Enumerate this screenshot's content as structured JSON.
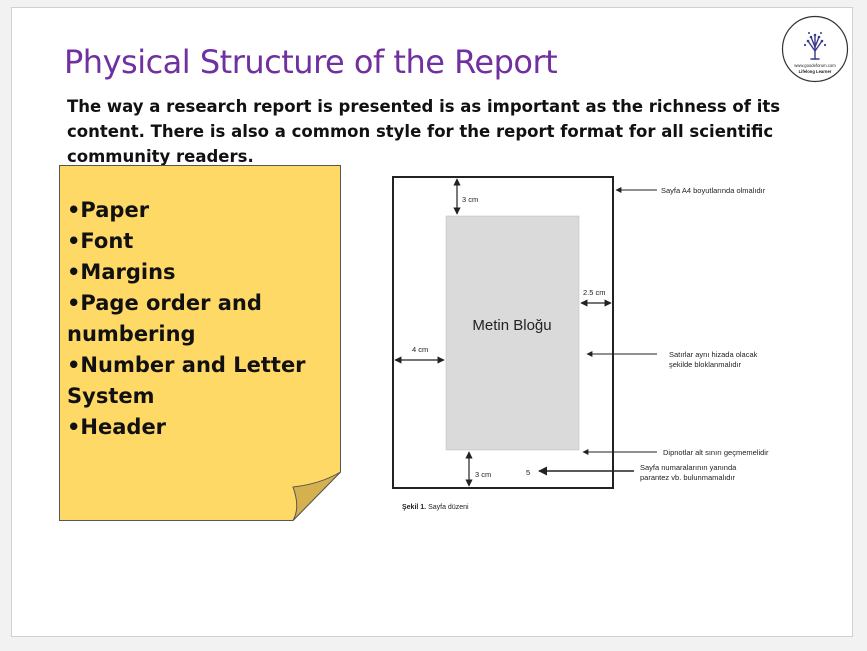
{
  "slide": {
    "title": "Physical Structure of the Report",
    "intro": "The way a research report is presented is as important as the richness of its content. There is also a common style for the report format for all scientific community readers."
  },
  "note": {
    "items": [
      "•Paper",
      "•Font",
      "•Margins",
      "•Page order and numbering",
      "•Number and Letter System",
      "•Header"
    ],
    "fill_color": "#ffd966",
    "fold_color": "#d4b04f"
  },
  "logo": {
    "line1": "www.goodeforum.com",
    "line2": "Lifelong Learner"
  },
  "figure": {
    "block_label": "Metin Bloğu",
    "top_margin": "3 cm",
    "right_margin": "2.5 cm",
    "left_margin": "4 cm",
    "bottom_margin": "3 cm",
    "page_number": "5",
    "ann_a4": "Sayfa A4 boyutlarında olmalıdır",
    "ann_lines_1": "Satırlar aynı hizada olacak",
    "ann_lines_2": "şekilde bloklanmalıdır",
    "ann_footnote": "Dipnotlar alt sınırı geçmemelidir",
    "ann_pagenum_1": "Sayfa numaralarının yanında",
    "ann_pagenum_2": "parantez vb. bulunmamalıdır",
    "caption_bold": "Şekil 1.",
    "caption_rest": " Sayfa düzeni"
  }
}
